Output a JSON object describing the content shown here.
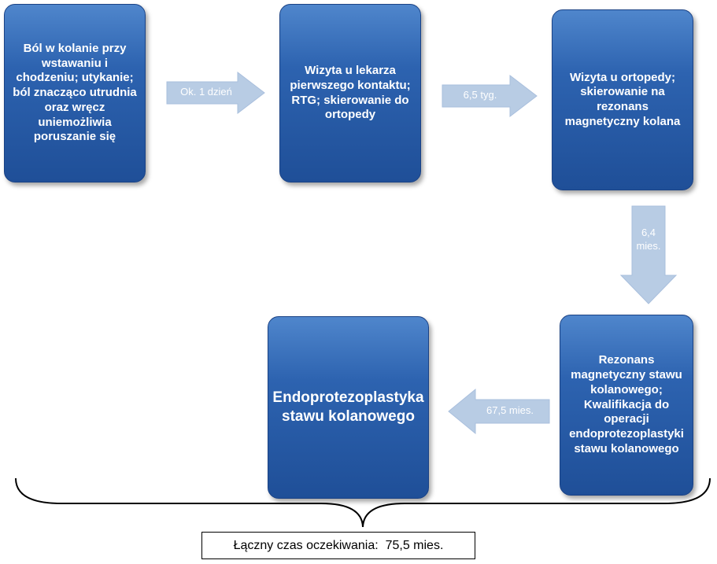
{
  "steps": [
    {
      "text": "Ból w kolanie przy wstawaniu i chodzeniu; utykanie; ból znacząco utrudnia oraz wręcz uniemożliwia poruszanie się"
    },
    {
      "text": "Wizyta u lekarza pierwszego kontaktu; RTG; skierowanie do ortopedy"
    },
    {
      "text": "Wizyta u ortopedy; skierowanie na rezonans magnetyczny kolana"
    },
    {
      "text": "Rezonans magnetyczny stawu kolanowego; Kwalifikacja do operacji endoprotezoplastyki stawu kolanowego"
    },
    {
      "text": "Endoprotezoplastyka stawu kolanowego"
    }
  ],
  "arrows": [
    {
      "label": "Ok. 1 dzień"
    },
    {
      "label": "6,5 tyg."
    },
    {
      "label": "6,4\nmies."
    },
    {
      "label": "67,5 mies."
    }
  ],
  "total": {
    "text": "Łączny czas oczekiwania:  75,5 mies."
  },
  "colors": {
    "box": "#2d63b0",
    "arrow": "#b8cce4",
    "arrow_border": "#a9bfdd"
  }
}
